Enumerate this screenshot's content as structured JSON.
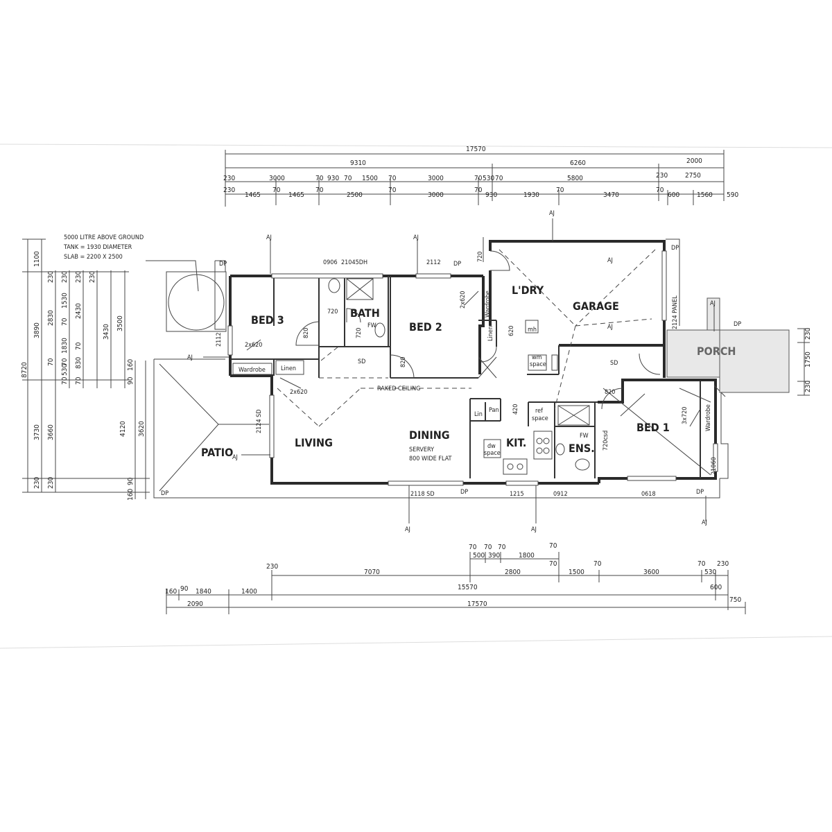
{
  "tank_note": [
    "5000 LITRE ABOVE GROUND",
    "TANK = 1930 DIAMETER",
    "SLAB = 2200 X 2500"
  ],
  "rooms": {
    "bed3": "BED 3",
    "bath": "BATH",
    "bed2": "BED 2",
    "ldry": "L'DRY",
    "garage": "GARAGE",
    "porch": "PORCH",
    "bed1": "BED 1",
    "living": "LIVING",
    "dining": "DINING",
    "patio": "PATIO",
    "kit": "KIT.",
    "ens": "ENS."
  },
  "labels": {
    "wardrobe": "Wardrobe",
    "linen": "Linen",
    "lin": "Lin",
    "pan": "Pan",
    "ref_space": [
      "ref",
      "space"
    ],
    "wm_space": [
      "wm",
      "space"
    ],
    "dw_space": [
      "dw",
      "space"
    ],
    "mh": "mh",
    "servery": "SERVERY",
    "servery_note": "800 WIDE FLAT",
    "raked_ceiling": "RAKED CEILING",
    "fw": "FW",
    "sd": "SD",
    "aj": "AJ",
    "dp": "DP",
    "panel": "2124 PANEL",
    "w2112": "2112",
    "w2124sd": "2124 SD",
    "w2118sd": "2118 SD",
    "w0906": "0906",
    "w21045dh": "21045DH",
    "w1215": "1215",
    "w0912": "0912",
    "w0618": "0618",
    "w21060": "21060",
    "door2x620": "2x620",
    "door3x720": "3x720",
    "d720": "720",
    "d820": "820",
    "d620": "620",
    "d420": "420",
    "d720csd": "720csd"
  },
  "dims_top": {
    "overall": "17570",
    "row2": [
      "9310",
      "6260",
      "2000"
    ],
    "row3": [
      "230",
      "3000",
      "70",
      "930",
      "70",
      "1500",
      "70",
      "3000",
      "70",
      "530",
      "70",
      "5800",
      "230",
      "2750"
    ],
    "row4": [
      "230",
      "1465",
      "70",
      "1465",
      "70",
      "2500",
      "70",
      "3000",
      "70",
      "930",
      "1930",
      "70",
      "3470",
      "70",
      "600",
      "1560",
      "590"
    ]
  },
  "dims_left": {
    "overall": "8720",
    "col1": [
      "1100",
      "3890",
      "3730",
      "230"
    ],
    "col2": [
      "230",
      "2830",
      "70",
      "3660",
      "230"
    ],
    "col3": [
      "230",
      "1530",
      "70",
      "1830",
      "70",
      "530",
      "70"
    ],
    "col4": [
      "230",
      "2430",
      "70",
      "830",
      "70"
    ],
    "col5": [
      "230",
      "3430",
      "3500"
    ],
    "col6": [
      "160",
      "4120",
      "90",
      "90",
      "160"
    ],
    "col7": [
      "3620"
    ]
  },
  "dims_right": [
    "230",
    "1750",
    "230"
  ],
  "dims_bottom": {
    "row1": [
      "70",
      "70",
      "70",
      "70",
      "500",
      "390",
      "1800"
    ],
    "row2": [
      "230",
      "7070",
      "2800",
      "70",
      "1500",
      "70",
      "3600",
      "70",
      "530",
      "230"
    ],
    "row3": [
      "160",
      "90",
      "1840",
      "1400",
      "15570",
      "600"
    ],
    "row4": [
      "2090",
      "17570",
      "750"
    ]
  }
}
